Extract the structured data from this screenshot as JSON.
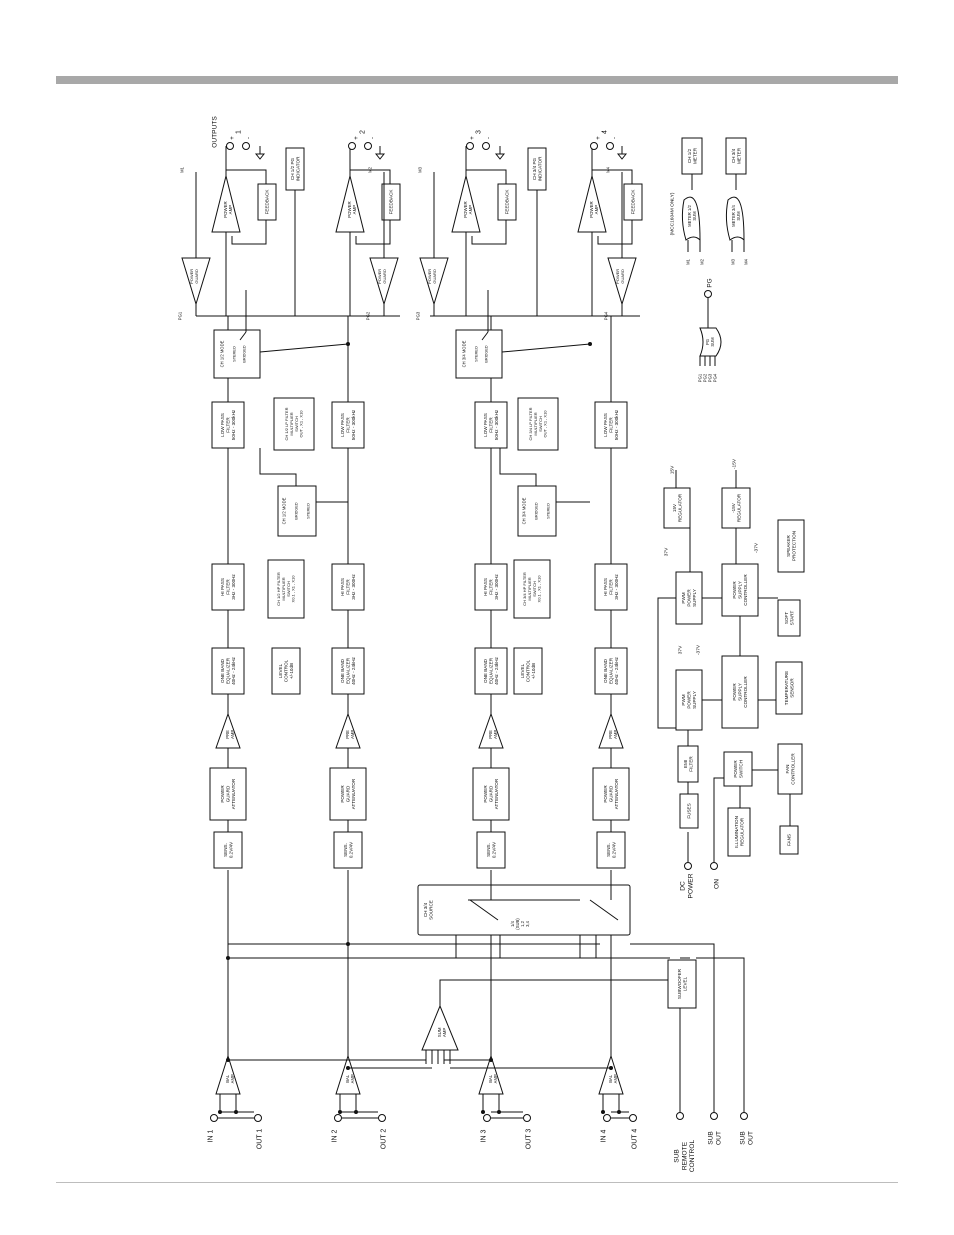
{
  "labels": {
    "in": [
      "IN 1",
      "IN 2",
      "IN 3",
      "IN 4"
    ],
    "out": [
      "OUT 1",
      "OUT 2",
      "OUT 3",
      "OUT 4"
    ],
    "bal_amp": [
      "BAL",
      "AMP"
    ],
    "sum_amp": [
      "SUM",
      "AMP"
    ],
    "sens": [
      "SENS.",
      "0.2V/4V"
    ],
    "power_guard_att": [
      "POWER",
      "GUARD",
      "ATTENUATOR"
    ],
    "pre_amp": [
      "PRE",
      "AMP"
    ],
    "eq": [
      "ONE BAND",
      "EQUALIZER",
      "40Hz - 24kHz"
    ],
    "level_control": [
      "LEVEL",
      "CONTROL",
      "+/-10dB"
    ],
    "hpf": [
      "HI PASS",
      "FILTER",
      "3Hz - 300Hz"
    ],
    "hpf_mult_12": [
      "CH 1/2 HP FILTER",
      "MULTIPLIER",
      "SWITCH",
      "X0.1 , X1 , X10"
    ],
    "hpf_mult_34": [
      "CH 3/4 HP FILTER",
      "MULTIPLIER",
      "SWITCH",
      "X0.1 , X1 , X10"
    ],
    "mode_12": "CH 1/2 MODE",
    "mode_34": "CH 3/4 MODE",
    "bridged": "BRIDGED",
    "stereo": "STEREO",
    "lpf": [
      "LOW PASS",
      "FILTER",
      "50Hz - 300kHz"
    ],
    "lpf_mult_12": [
      "CH 1/2 LP FILTER",
      "MULTIPLIER",
      "SWITCH",
      "OUT , X1 , X10"
    ],
    "lpf_mult_34": [
      "CH 3/4 LP FILTER",
      "MULTIPLIER",
      "SWITCH",
      "OUT , X1 , X10"
    ],
    "power_guard": [
      "POWER",
      "GUARD"
    ],
    "power_amp": [
      "POWER",
      "AMP"
    ],
    "feedback": "FEEDBACK",
    "pg_ind_12": [
      "CH 1/2 PG",
      "INDICATOR"
    ],
    "pg_ind_34": [
      "CH 3/4 PG",
      "INDICATOR"
    ],
    "pg_nodes": [
      "PG1",
      "PG2",
      "PG3",
      "PG4"
    ],
    "m_nodes": [
      "M1",
      "M2",
      "M3",
      "M4"
    ],
    "outputs": "OUTPUTS",
    "out_numbers": [
      "1",
      "2",
      "3",
      "4"
    ],
    "plus": "+",
    "minus": "-",
    "ch34_source": [
      "CH 3/4",
      "SOURCE"
    ],
    "source_positions": [
      "1/4",
      "(SUB)",
      "1,2",
      "3,4"
    ],
    "sub_level": [
      "SUBWOOFER",
      "LEVEL"
    ],
    "sub_remote": [
      "SUB",
      "REMOTE",
      "CONTROL"
    ],
    "sub_out": [
      "SUB",
      "OUT"
    ],
    "dc_power": [
      "DC",
      "POWER"
    ],
    "on": "ON",
    "fuses": "FUSES",
    "emi_filter": [
      "EMI",
      "FILTER"
    ],
    "power_switch": [
      "POWER",
      "SWITCH"
    ],
    "illum_reg": [
      "ILLUMINATION",
      "REGULATOR"
    ],
    "fans": "FANS",
    "fan_controller": [
      "FAN",
      "CONTROLLER"
    ],
    "temp_sensor": [
      "TEMPERATURE",
      "SENSOR"
    ],
    "soft_start": [
      "SOFT",
      "START"
    ],
    "speaker_protection": [
      "SPEAKER",
      "PROTECTION"
    ],
    "pwm_supply": [
      "PWM",
      "POWER",
      "SUPPLY"
    ],
    "ps_controller": [
      "POWER",
      "SUPPLY",
      "CONTROLLER"
    ],
    "rail_pos": "37V",
    "rail_neg": "-37V",
    "reg_15": [
      "15V",
      "REGULATOR"
    ],
    "reg_neg15": [
      "-15V",
      "REGULATOR"
    ],
    "v15": "15V",
    "vneg15": "-15V",
    "pg_sum": [
      "PG",
      "SUM"
    ],
    "pg_label": "PG",
    "meter_sum_12": [
      "METER 1/2",
      "SUM"
    ],
    "meter_sum_34": [
      "METER 3/4",
      "SUM"
    ],
    "meter_12": [
      "CH 1/2",
      "METER"
    ],
    "meter_34": [
      "CH 3/4",
      "METER"
    ],
    "mcc_note": "(MCC1604M ONLY)"
  }
}
